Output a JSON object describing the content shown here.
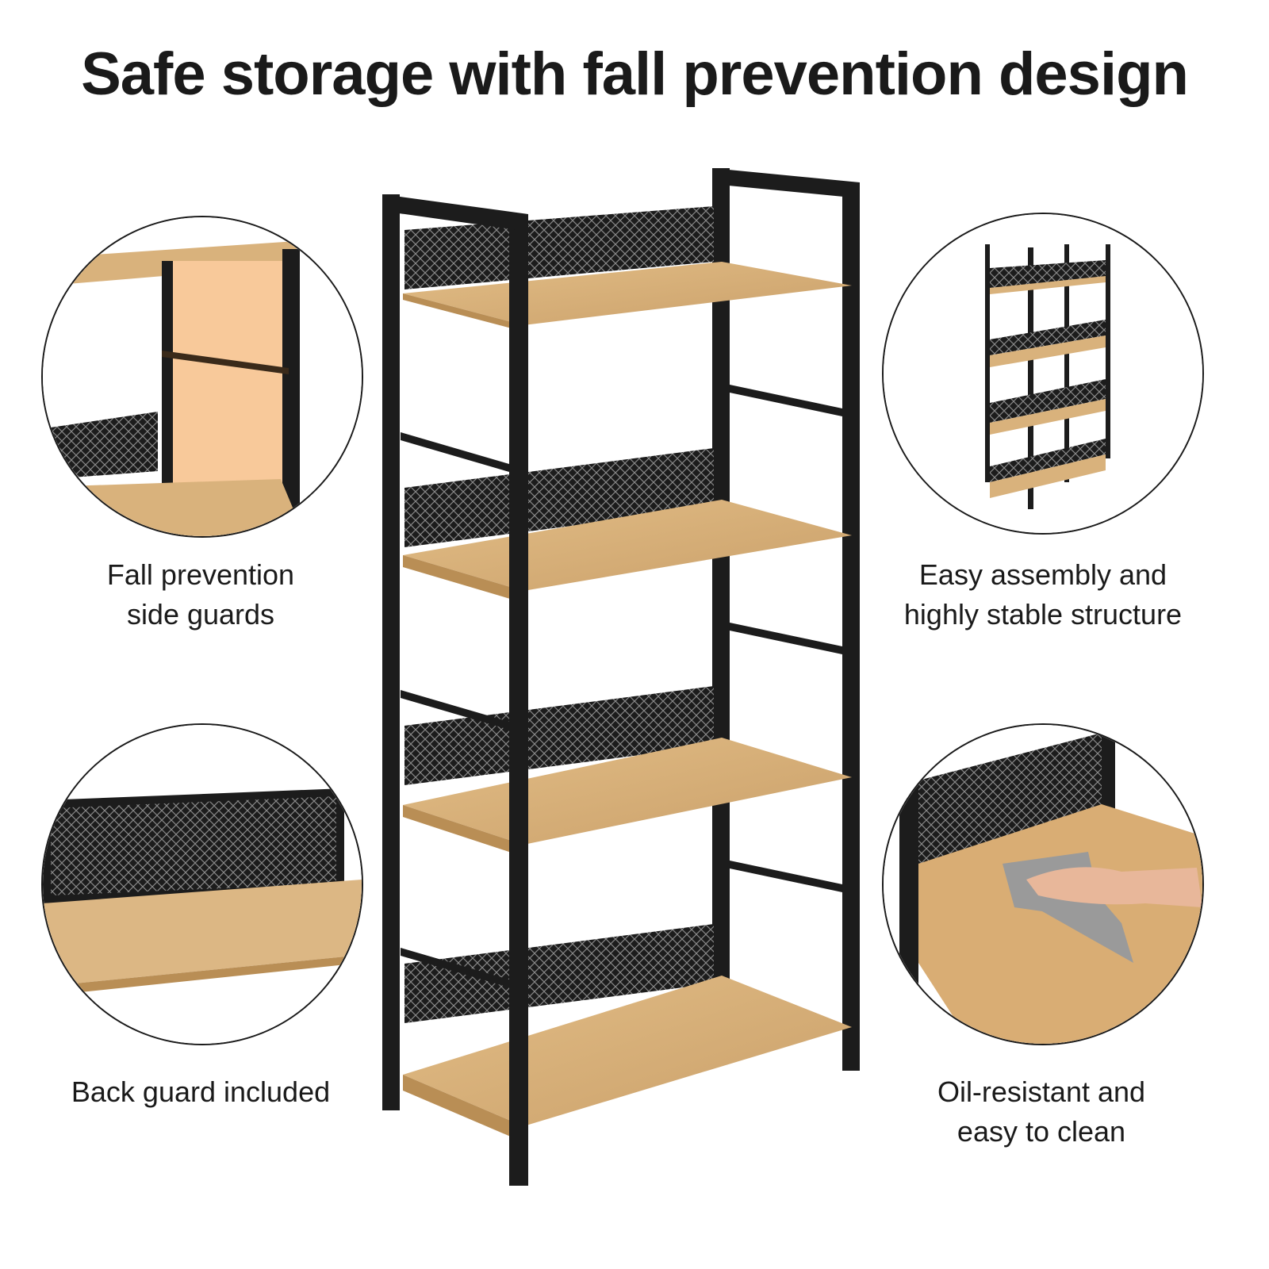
{
  "title": "Safe storage with fall prevention design",
  "colors": {
    "frame": "#1c1c1c",
    "wood": "#d9b27c",
    "wood_dark": "#b98e55",
    "highlight": "#f8c99a",
    "text": "#1a1a1a",
    "background": "#ffffff"
  },
  "features": [
    {
      "lines": [
        "Fall prevention",
        "side guards"
      ]
    },
    {
      "lines": [
        "Easy assembly and",
        "highly stable structure"
      ]
    },
    {
      "lines": [
        "Back guard included"
      ]
    },
    {
      "lines": [
        "Oil-resistant and",
        "easy to clean"
      ]
    }
  ]
}
